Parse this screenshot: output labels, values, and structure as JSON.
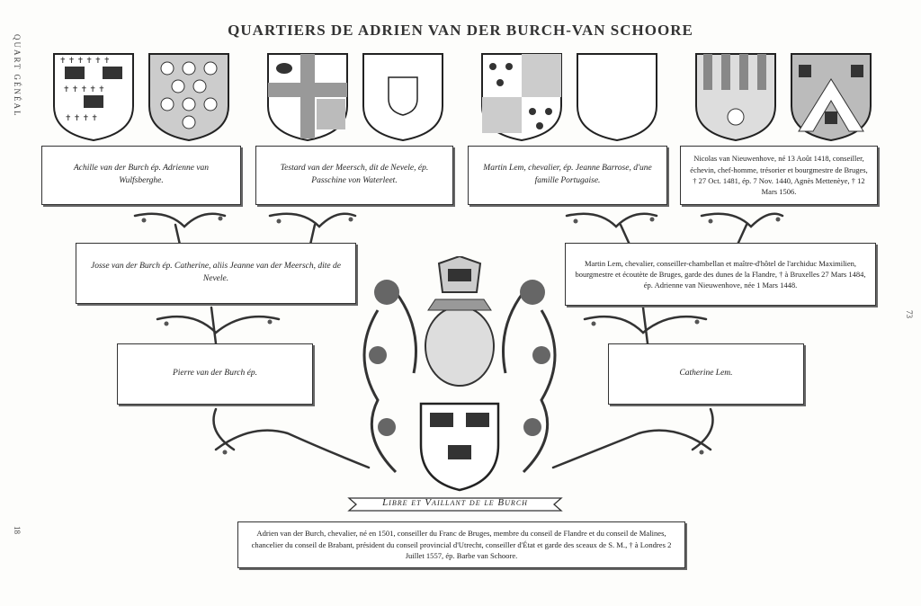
{
  "title": "QUARTIERS DE ADRIEN VAN DER BURCH-VAN SCHOORE",
  "side_label": "QUART GÉNÉAL",
  "page_left": "18",
  "page_right": "73",
  "generation1": [
    {
      "text": "Achille van der Burch ép. Adrienne van Wulfsberghe."
    },
    {
      "text": "Testard van der Meersch, dit de Nevele, ép. Passchine von Waterleet."
    },
    {
      "text": "Martin Lem, chevalier, ép. Jeanne Barrose, d'une famille Portugaise."
    },
    {
      "text": "Nicolas van Nieuwenhove, né 13 Août 1418, conseiller, échevin, chef-homme, trésorier et bourgmestre de Bruges, † 27 Oct. 1481, ép. 7 Nov. 1440, Agnès Mettenèye, † 12 Mars 1506."
    }
  ],
  "generation2": [
    {
      "text": "Josse van der Burch ép. Catherine, aliis Jeanne van der Meersch, dite de Nevele."
    },
    {
      "text": "Martin Lem, chevalier, conseiller-chambellan et maître-d'hôtel de l'archiduc Maximilien, bourgmestre et écoutète de Bruges, garde des dunes de la Flandre, † à Bruxelles 27 Mars 1484, ép. Adrienne van Nieuwenhove, née 1 Mars 1448."
    }
  ],
  "generation3": [
    {
      "text": "Pierre van der Burch ép."
    },
    {
      "text": "Catherine Lem."
    }
  ],
  "motto": "Libre et Vaillant de le Burch",
  "subject": {
    "text": "Adrien van der Burch, chevalier, né en 1501, conseiller du Franc de Bruges, membre du conseil de Flandre et du conseil de Malines, chancelier du conseil de Brabant, président du conseil provincial d'Utrecht, conseiller d'État et garde des sceaux de S. M., † à Londres 2 Juillet 1557, ép. Barbe van Schoore."
  }
}
